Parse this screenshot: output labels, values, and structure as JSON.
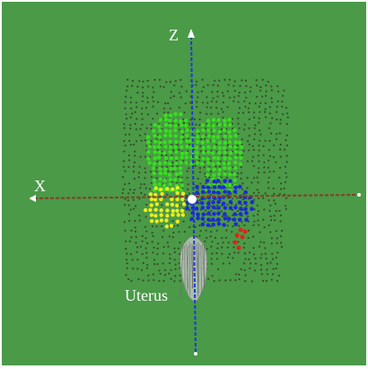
{
  "labels": {
    "x_axis": "X",
    "z_axis": "Z",
    "organ": "Uterus"
  },
  "colors": {
    "background": "#4a9a47",
    "shell_dots": "#3b4a2c",
    "green_points": "#38e01e",
    "yellow_points": "#ecec20",
    "blue_points": "#1b2bd6",
    "red_points": "#e2231a",
    "x_axis_line": "#8a3a2c",
    "z_axis_line": "#1f3ad8",
    "origin": "#ffffff",
    "uterus": "#c9c9c9"
  }
}
